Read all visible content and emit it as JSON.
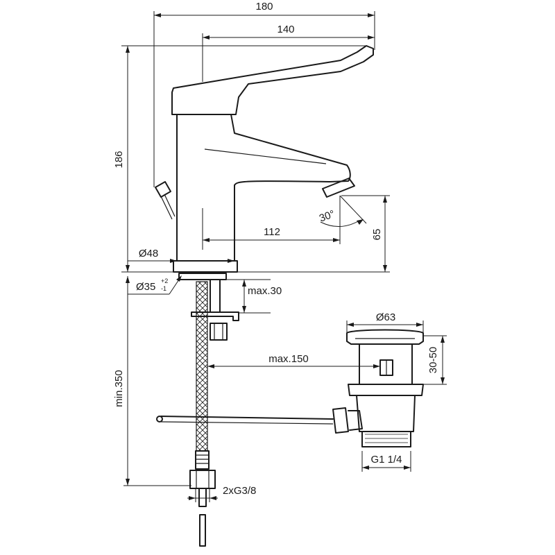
{
  "dimensions": {
    "overall_width": "180",
    "lever_reach": "140",
    "height": "186",
    "spout_reach": "112",
    "spout_height": "65",
    "spray_angle": "30°",
    "body_diameter": "Ø48",
    "hole_diameter": "Ø35",
    "hole_tol_plus": "+2",
    "hole_tol_minus": "-1",
    "max_deck": "max.30",
    "waste_diameter": "Ø63",
    "waste_range": "30-50",
    "max_rod": "max.150",
    "waste_thread": "G1 1/4",
    "min_hose": "min.350",
    "hose_thread": "2xG3/8"
  }
}
